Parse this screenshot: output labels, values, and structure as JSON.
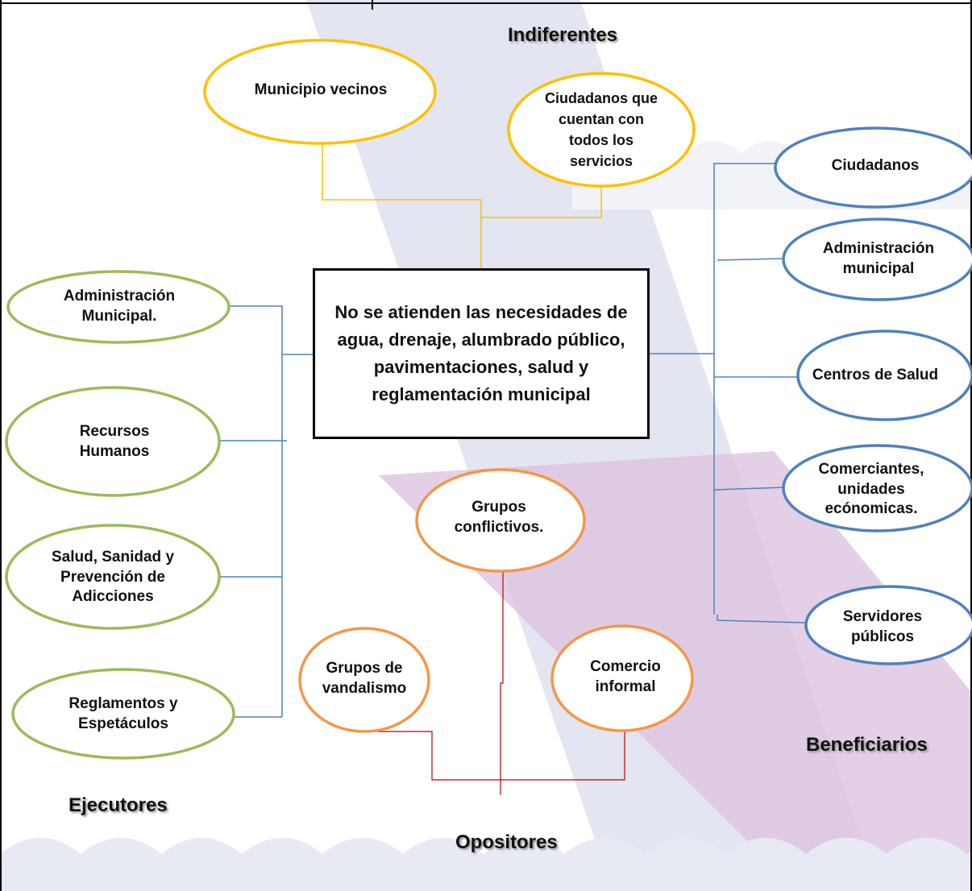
{
  "central_problem": "No se atienden las  necesidades de agua, drenaje, alumbrado público, pavimentaciones, salud y reglamentación municipal",
  "groups": {
    "indiferentes": {
      "title": "Indiferentes",
      "color": "#FFC000",
      "nodes": [
        "Municipio vecinos",
        "Ciudadanos que cuentan con todos los servicios"
      ]
    },
    "ejecutores": {
      "title": "Ejecutores",
      "color": "#9BBB59",
      "nodes": [
        "Administración Municipal.",
        "Recursos Humanos",
        "Salud, Sanidad y Prevención de Adicciones",
        "Reglamentos y Espetáculos"
      ]
    },
    "beneficiarios": {
      "title": "Beneficiarios",
      "color": "#4F81BD",
      "nodes": [
        "Ciudadanos",
        "Administración municipal",
        "Centros de Salud",
        "Comerciantes, unidades ecónomicas.",
        "Servidores públicos"
      ]
    },
    "opositores": {
      "title": "Opositores",
      "color": "#F79646",
      "nodes": [
        "Grupos conflictivos.",
        "Grupos de vandalismo",
        "Comercio informal"
      ]
    },
    "connector_colors": {
      "indiferentes": "#FFC000",
      "ejecutores": "#4F81BD",
      "beneficiarios": "#4F81BD",
      "opositores": "#C00000"
    }
  }
}
